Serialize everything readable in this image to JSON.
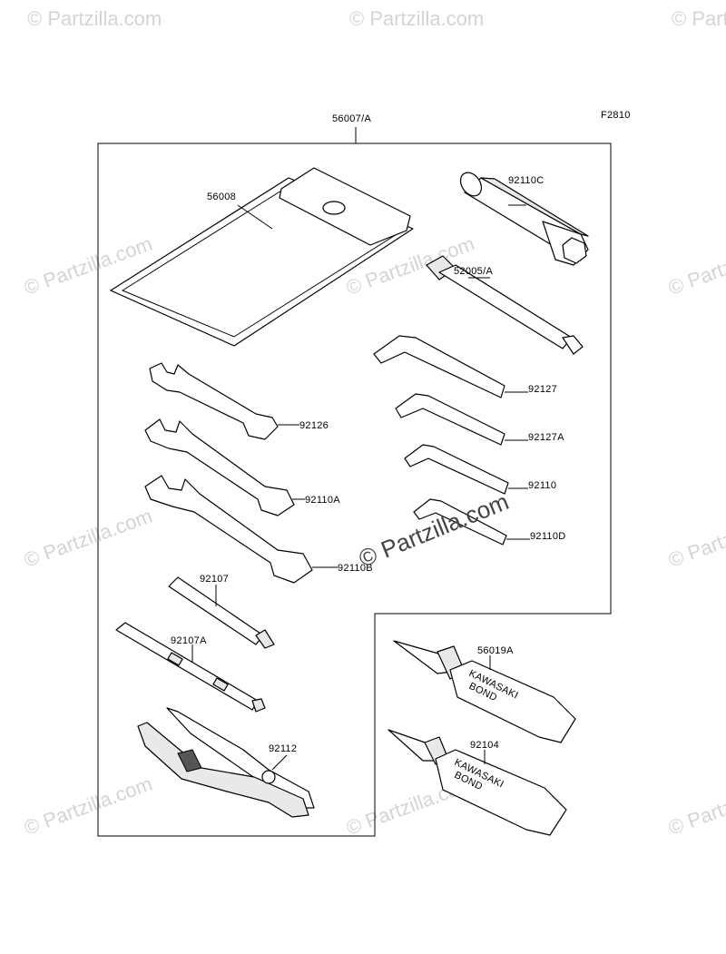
{
  "figure_code": "F2810",
  "watermark": {
    "text": "© Partzilla.com",
    "center_text": "© Partzilla.com"
  },
  "labels": {
    "kit": "56007/A",
    "pouch": "56008",
    "plug_wrench": "92110C",
    "handle": "52005/A",
    "hex_1": "92127",
    "hex_2": "92127A",
    "hex_3": "92110",
    "hex_4": "92110D",
    "wrench_1": "92126",
    "wrench_2": "92110A",
    "wrench_3": "92110B",
    "screwdriver_bit": "92107",
    "screwdriver": "92107A",
    "pliers": "92112",
    "bond_1": "56019A",
    "bond_2": "92104"
  },
  "tube_text": {
    "brand": "KAWASAKI",
    "product": "BOND"
  }
}
